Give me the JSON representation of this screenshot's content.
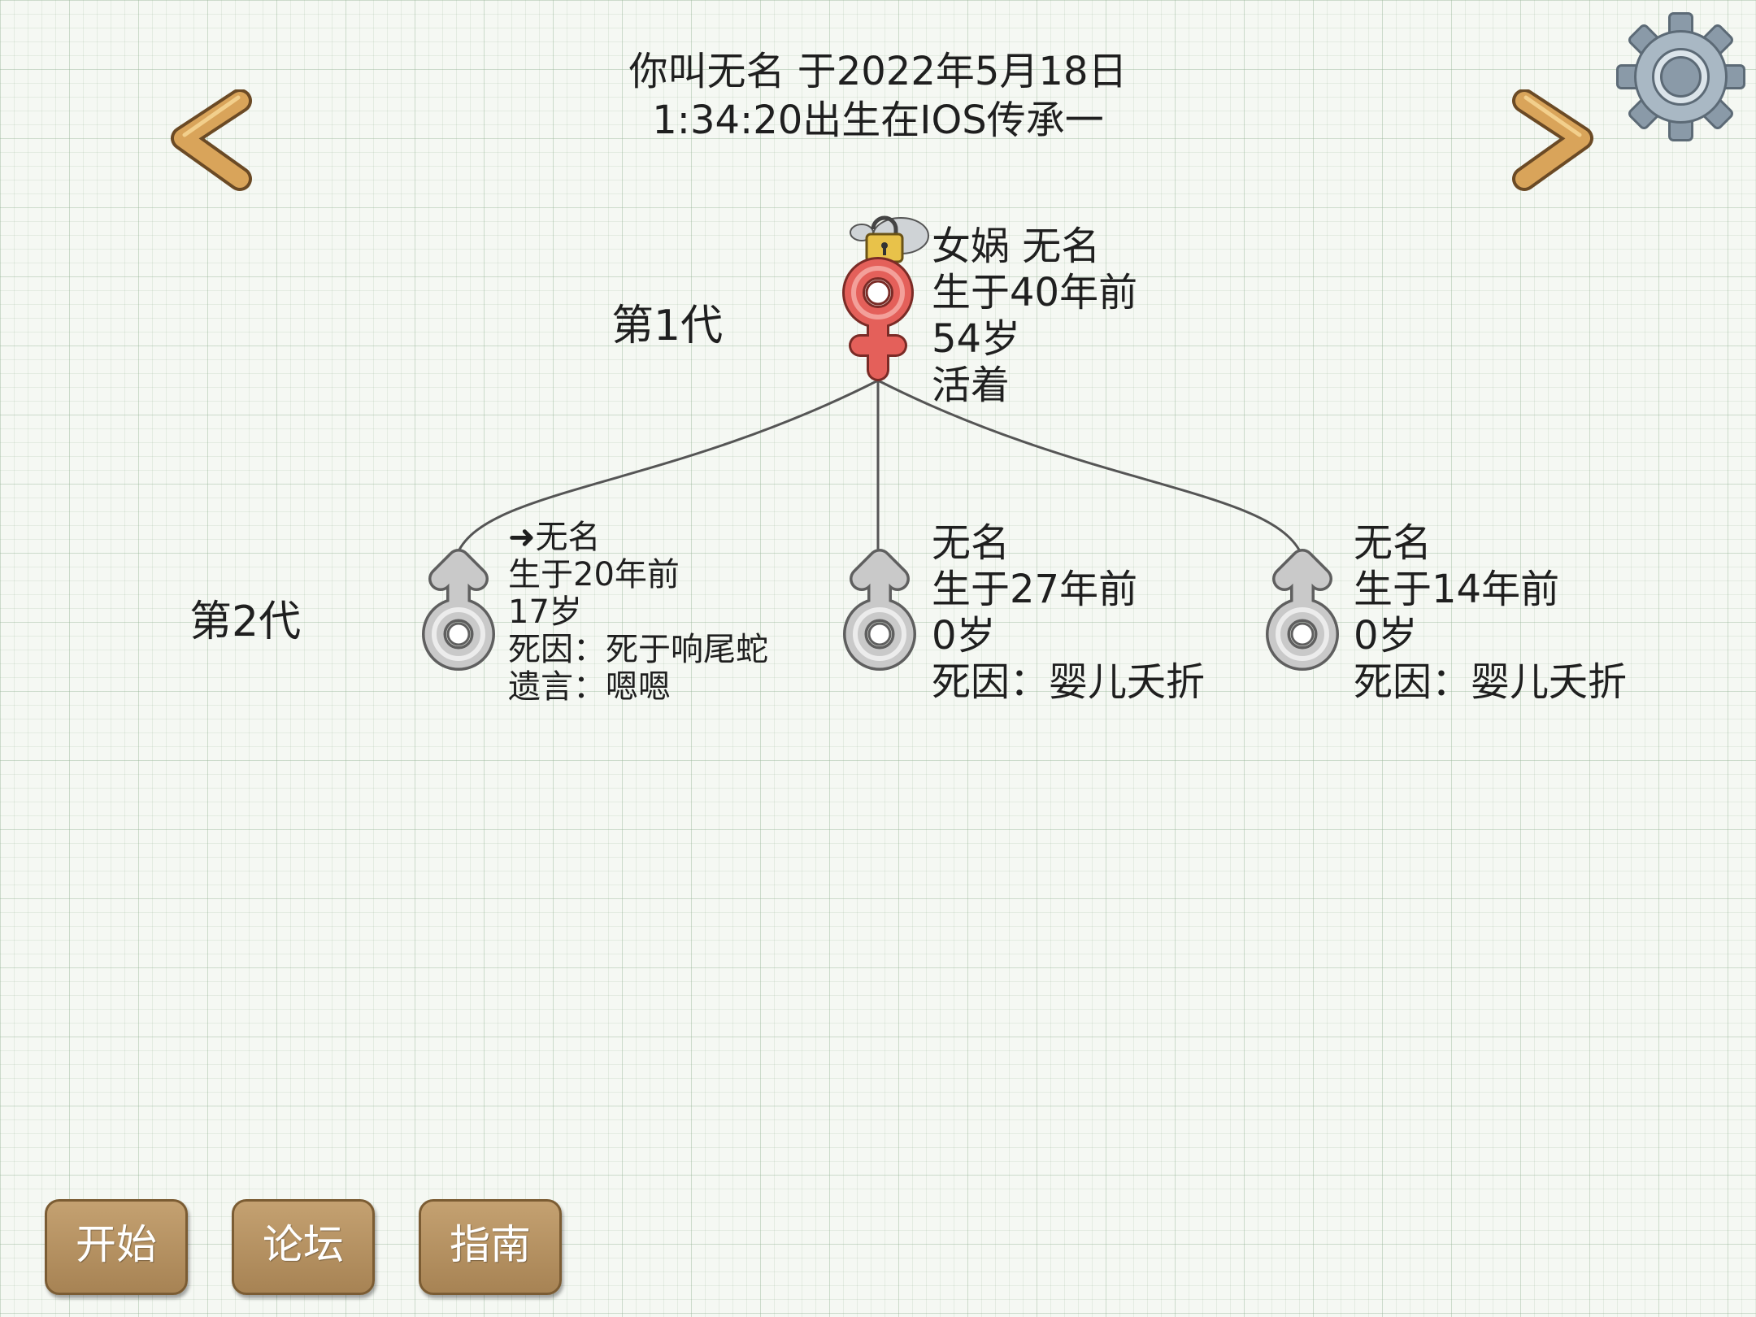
{
  "header": {
    "line1": "你叫无名 于2022年5月18日",
    "line2": "1:34:20出生在IOS传承一"
  },
  "icons": {
    "prev": "chevron-left-icon",
    "next": "chevron-right-icon",
    "settings": "gear-icon",
    "lock": "lock-icon",
    "female": "female-symbol-icon",
    "male": "male-symbol-icon"
  },
  "colors": {
    "button": "#b8945f",
    "button_border": "#7b5c33",
    "arrow": "#d9a45a",
    "female": "#e4605a",
    "male": "#c9c9c9",
    "gear": "#8a9aa8"
  },
  "generations": [
    {
      "label": "第1代"
    },
    {
      "label": "第2代"
    }
  ],
  "gen1": {
    "name": "女娲 无名",
    "born": "生于40年前",
    "age": "54岁",
    "status": "活着"
  },
  "gen2": [
    {
      "name": "➜无名",
      "born": "生于20年前",
      "age": "17岁",
      "death": "死因：死于响尾蛇",
      "last_words": "遗言：嗯嗯"
    },
    {
      "name": "无名",
      "born": "生于27年前",
      "age": "0岁",
      "death": "死因：婴儿夭折"
    },
    {
      "name": "无名",
      "born": "生于14年前",
      "age": "0岁",
      "death": "死因：婴儿夭折"
    }
  ],
  "buttons": {
    "start": "开始",
    "forum": "论坛",
    "guide": "指南"
  }
}
